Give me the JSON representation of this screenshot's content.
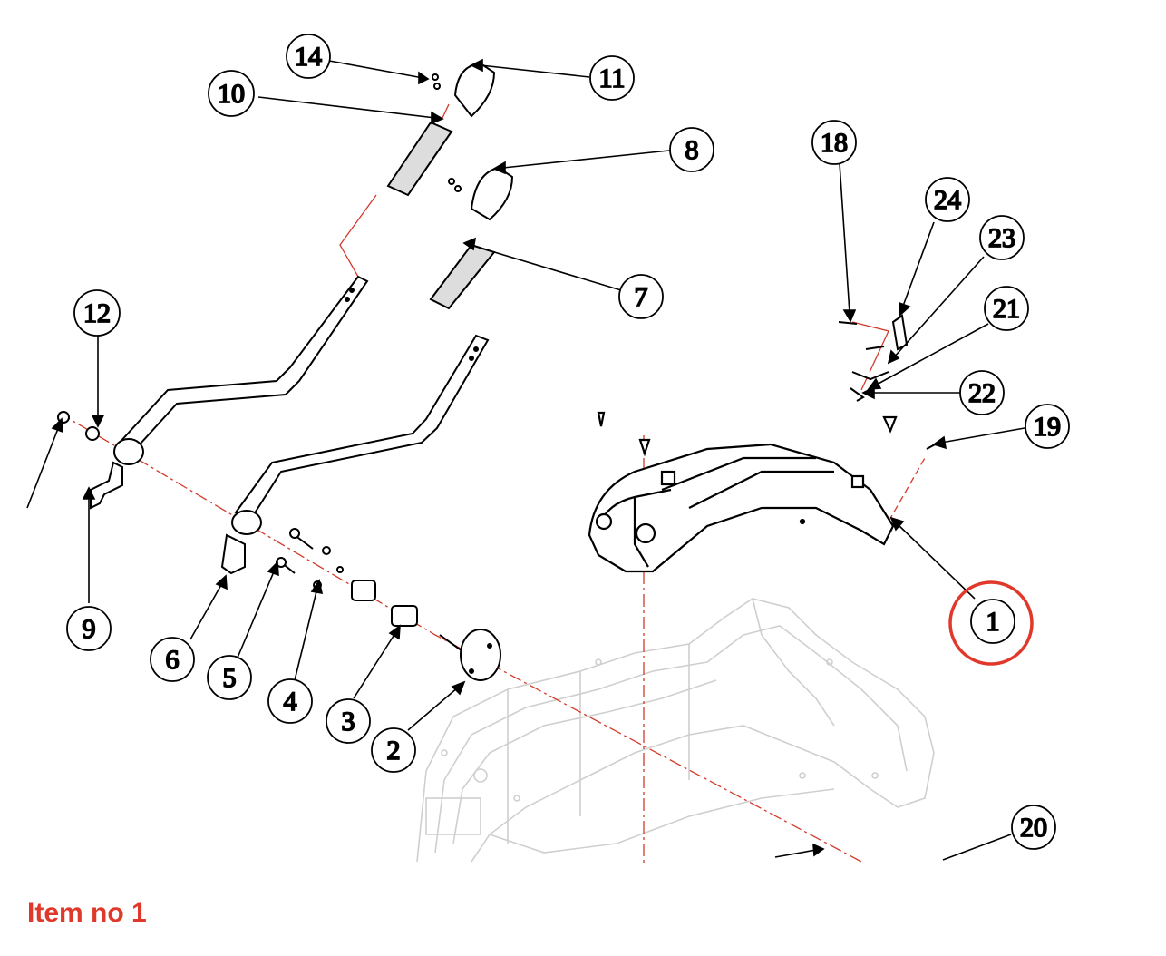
{
  "caption": "Item no 1",
  "highlight": {
    "color": "#e0392b",
    "item": "1"
  },
  "callouts": [
    "1",
    "2",
    "3",
    "4",
    "5",
    "6",
    "7",
    "8",
    "9",
    "10",
    "11",
    "12",
    "14",
    "18",
    "19",
    "20",
    "21",
    "22",
    "23",
    "24"
  ]
}
